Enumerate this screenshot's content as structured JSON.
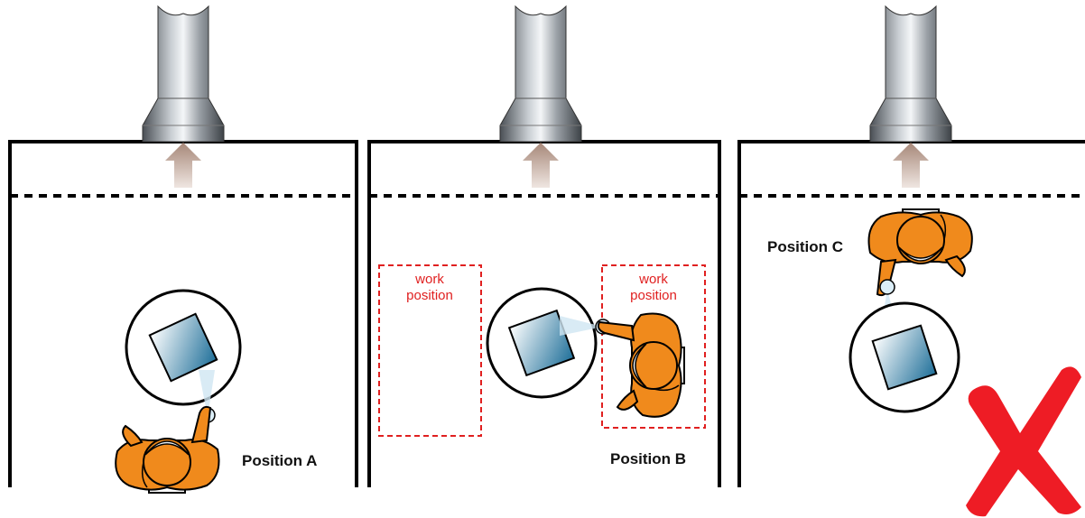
{
  "panels": [
    {
      "id": "a",
      "position_label": "Position A",
      "work_labels": [],
      "marked_wrong": false
    },
    {
      "id": "b",
      "position_label": "Position B",
      "work_labels": [
        [
          "work",
          "position"
        ],
        [
          "work",
          "position"
        ]
      ],
      "marked_wrong": false
    },
    {
      "id": "c",
      "position_label": "Position C",
      "work_labels": [],
      "marked_wrong": true
    }
  ],
  "colors": {
    "wall": "#000000",
    "airflow_arrow": "#b8a092",
    "work_box": "#e02020",
    "worker_suit": "#f08a1c",
    "workpiece": "#2f7fa6",
    "wrong_mark": "#ee1c25"
  },
  "icons": [
    "exhaust-hood-icon",
    "airflow-arrow-icon",
    "worker-icon",
    "workpiece-icon",
    "wrong-x-icon"
  ]
}
